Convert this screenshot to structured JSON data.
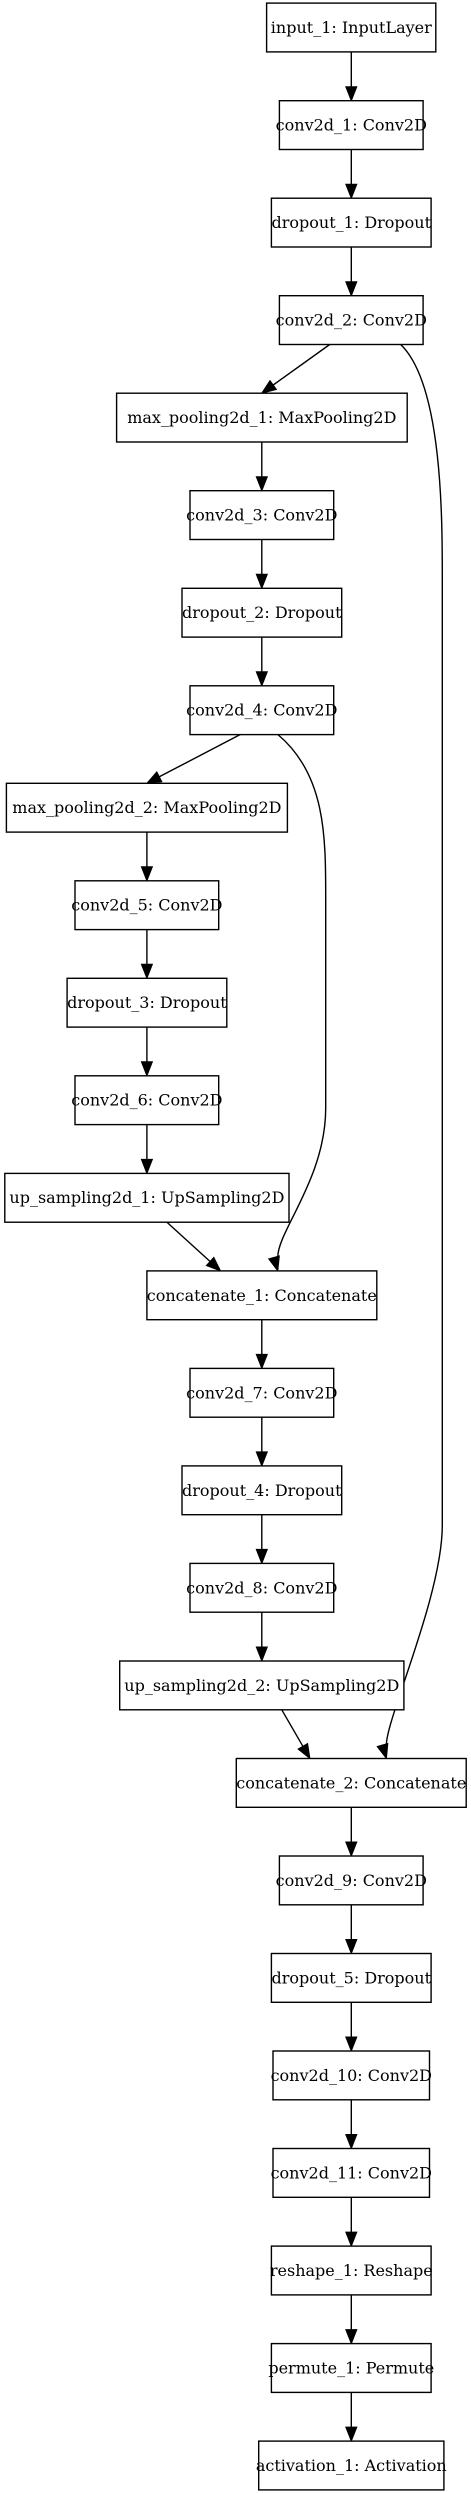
{
  "nodes": [
    {
      "id": "input_1",
      "label": "input_1: InputLayer"
    },
    {
      "id": "conv2d_1",
      "label": "conv2d_1: Conv2D"
    },
    {
      "id": "dropout_1",
      "label": "dropout_1: Dropout"
    },
    {
      "id": "conv2d_2",
      "label": "conv2d_2: Conv2D"
    },
    {
      "id": "max_pooling2d_1",
      "label": "max_pooling2d_1: MaxPooling2D"
    },
    {
      "id": "conv2d_3",
      "label": "conv2d_3: Conv2D"
    },
    {
      "id": "dropout_2",
      "label": "dropout_2: Dropout"
    },
    {
      "id": "conv2d_4",
      "label": "conv2d_4: Conv2D"
    },
    {
      "id": "max_pooling2d_2",
      "label": "max_pooling2d_2: MaxPooling2D"
    },
    {
      "id": "conv2d_5",
      "label": "conv2d_5: Conv2D"
    },
    {
      "id": "dropout_3",
      "label": "dropout_3: Dropout"
    },
    {
      "id": "conv2d_6",
      "label": "conv2d_6: Conv2D"
    },
    {
      "id": "up_sampling2d_1",
      "label": "up_sampling2d_1: UpSampling2D"
    },
    {
      "id": "concatenate_1",
      "label": "concatenate_1: Concatenate"
    },
    {
      "id": "conv2d_7",
      "label": "conv2d_7: Conv2D"
    },
    {
      "id": "dropout_4",
      "label": "dropout_4: Dropout"
    },
    {
      "id": "conv2d_8",
      "label": "conv2d_8: Conv2D"
    },
    {
      "id": "up_sampling2d_2",
      "label": "up_sampling2d_2: UpSampling2D"
    },
    {
      "id": "concatenate_2",
      "label": "concatenate_2: Concatenate"
    },
    {
      "id": "conv2d_9",
      "label": "conv2d_9: Conv2D"
    },
    {
      "id": "dropout_5",
      "label": "dropout_5: Dropout"
    },
    {
      "id": "conv2d_10",
      "label": "conv2d_10: Conv2D"
    },
    {
      "id": "conv2d_11",
      "label": "conv2d_11: Conv2D"
    },
    {
      "id": "reshape_1",
      "label": "reshape_1: Reshape"
    },
    {
      "id": "permute_1",
      "label": "permute_1: Permute"
    },
    {
      "id": "activation_1",
      "label": "activation_1: Activation"
    }
  ],
  "edges": [
    {
      "from": "input_1",
      "to": "conv2d_1"
    },
    {
      "from": "conv2d_1",
      "to": "dropout_1"
    },
    {
      "from": "dropout_1",
      "to": "conv2d_2"
    },
    {
      "from": "conv2d_2",
      "to": "max_pooling2d_1"
    },
    {
      "from": "conv2d_2",
      "to": "concatenate_2"
    },
    {
      "from": "max_pooling2d_1",
      "to": "conv2d_3"
    },
    {
      "from": "conv2d_3",
      "to": "dropout_2"
    },
    {
      "from": "dropout_2",
      "to": "conv2d_4"
    },
    {
      "from": "conv2d_4",
      "to": "max_pooling2d_2"
    },
    {
      "from": "conv2d_4",
      "to": "concatenate_1"
    },
    {
      "from": "max_pooling2d_2",
      "to": "conv2d_5"
    },
    {
      "from": "conv2d_5",
      "to": "dropout_3"
    },
    {
      "from": "dropout_3",
      "to": "conv2d_6"
    },
    {
      "from": "conv2d_6",
      "to": "up_sampling2d_1"
    },
    {
      "from": "up_sampling2d_1",
      "to": "concatenate_1"
    },
    {
      "from": "concatenate_1",
      "to": "conv2d_7"
    },
    {
      "from": "conv2d_7",
      "to": "dropout_4"
    },
    {
      "from": "dropout_4",
      "to": "conv2d_8"
    },
    {
      "from": "conv2d_8",
      "to": "up_sampling2d_2"
    },
    {
      "from": "up_sampling2d_2",
      "to": "concatenate_2"
    },
    {
      "from": "concatenate_2",
      "to": "conv2d_9"
    },
    {
      "from": "conv2d_9",
      "to": "dropout_5"
    },
    {
      "from": "dropout_5",
      "to": "conv2d_10"
    },
    {
      "from": "conv2d_10",
      "to": "conv2d_11"
    },
    {
      "from": "conv2d_11",
      "to": "reshape_1"
    },
    {
      "from": "reshape_1",
      "to": "permute_1"
    },
    {
      "from": "permute_1",
      "to": "activation_1"
    }
  ]
}
